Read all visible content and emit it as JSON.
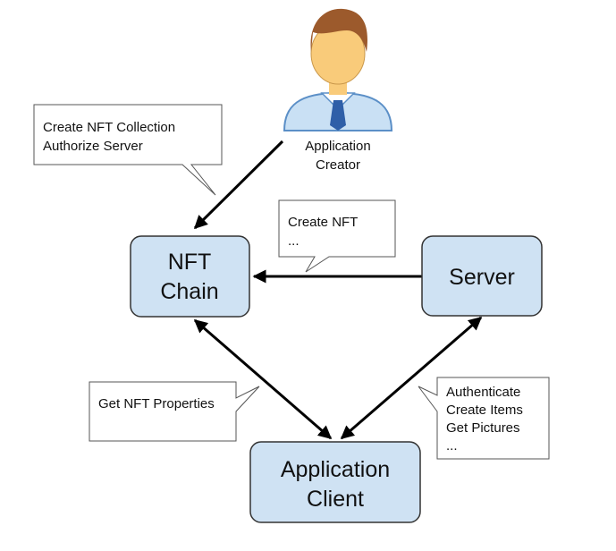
{
  "nodes": {
    "nft_chain": {
      "lines": [
        "NFT",
        "Chain"
      ]
    },
    "server": {
      "lines": [
        "Server"
      ]
    },
    "app_client": {
      "lines": [
        "Application",
        "Client"
      ]
    }
  },
  "actor": {
    "label_lines": [
      "Application",
      "Creator"
    ],
    "icon": "person-icon"
  },
  "callouts": {
    "creator": {
      "lines": [
        "Create NFT Collection",
        "Authorize Server"
      ]
    },
    "server_to_chain": {
      "lines": [
        "Create NFT",
        "..."
      ]
    },
    "client_to_chain": {
      "lines": [
        "Get NFT Properties"
      ]
    },
    "client_to_server": {
      "lines": [
        "Authenticate",
        "Create Items",
        "Get Pictures",
        "..."
      ]
    }
  },
  "colors": {
    "node_fill": "#cfe2f3",
    "node_stroke": "#333333",
    "arrow": "#000000",
    "callout_stroke": "#555555",
    "skin": "#f9cb7a",
    "hair": "#9c5a2c",
    "shirt": "#c9e0f4",
    "tie": "#2f5fa8"
  }
}
